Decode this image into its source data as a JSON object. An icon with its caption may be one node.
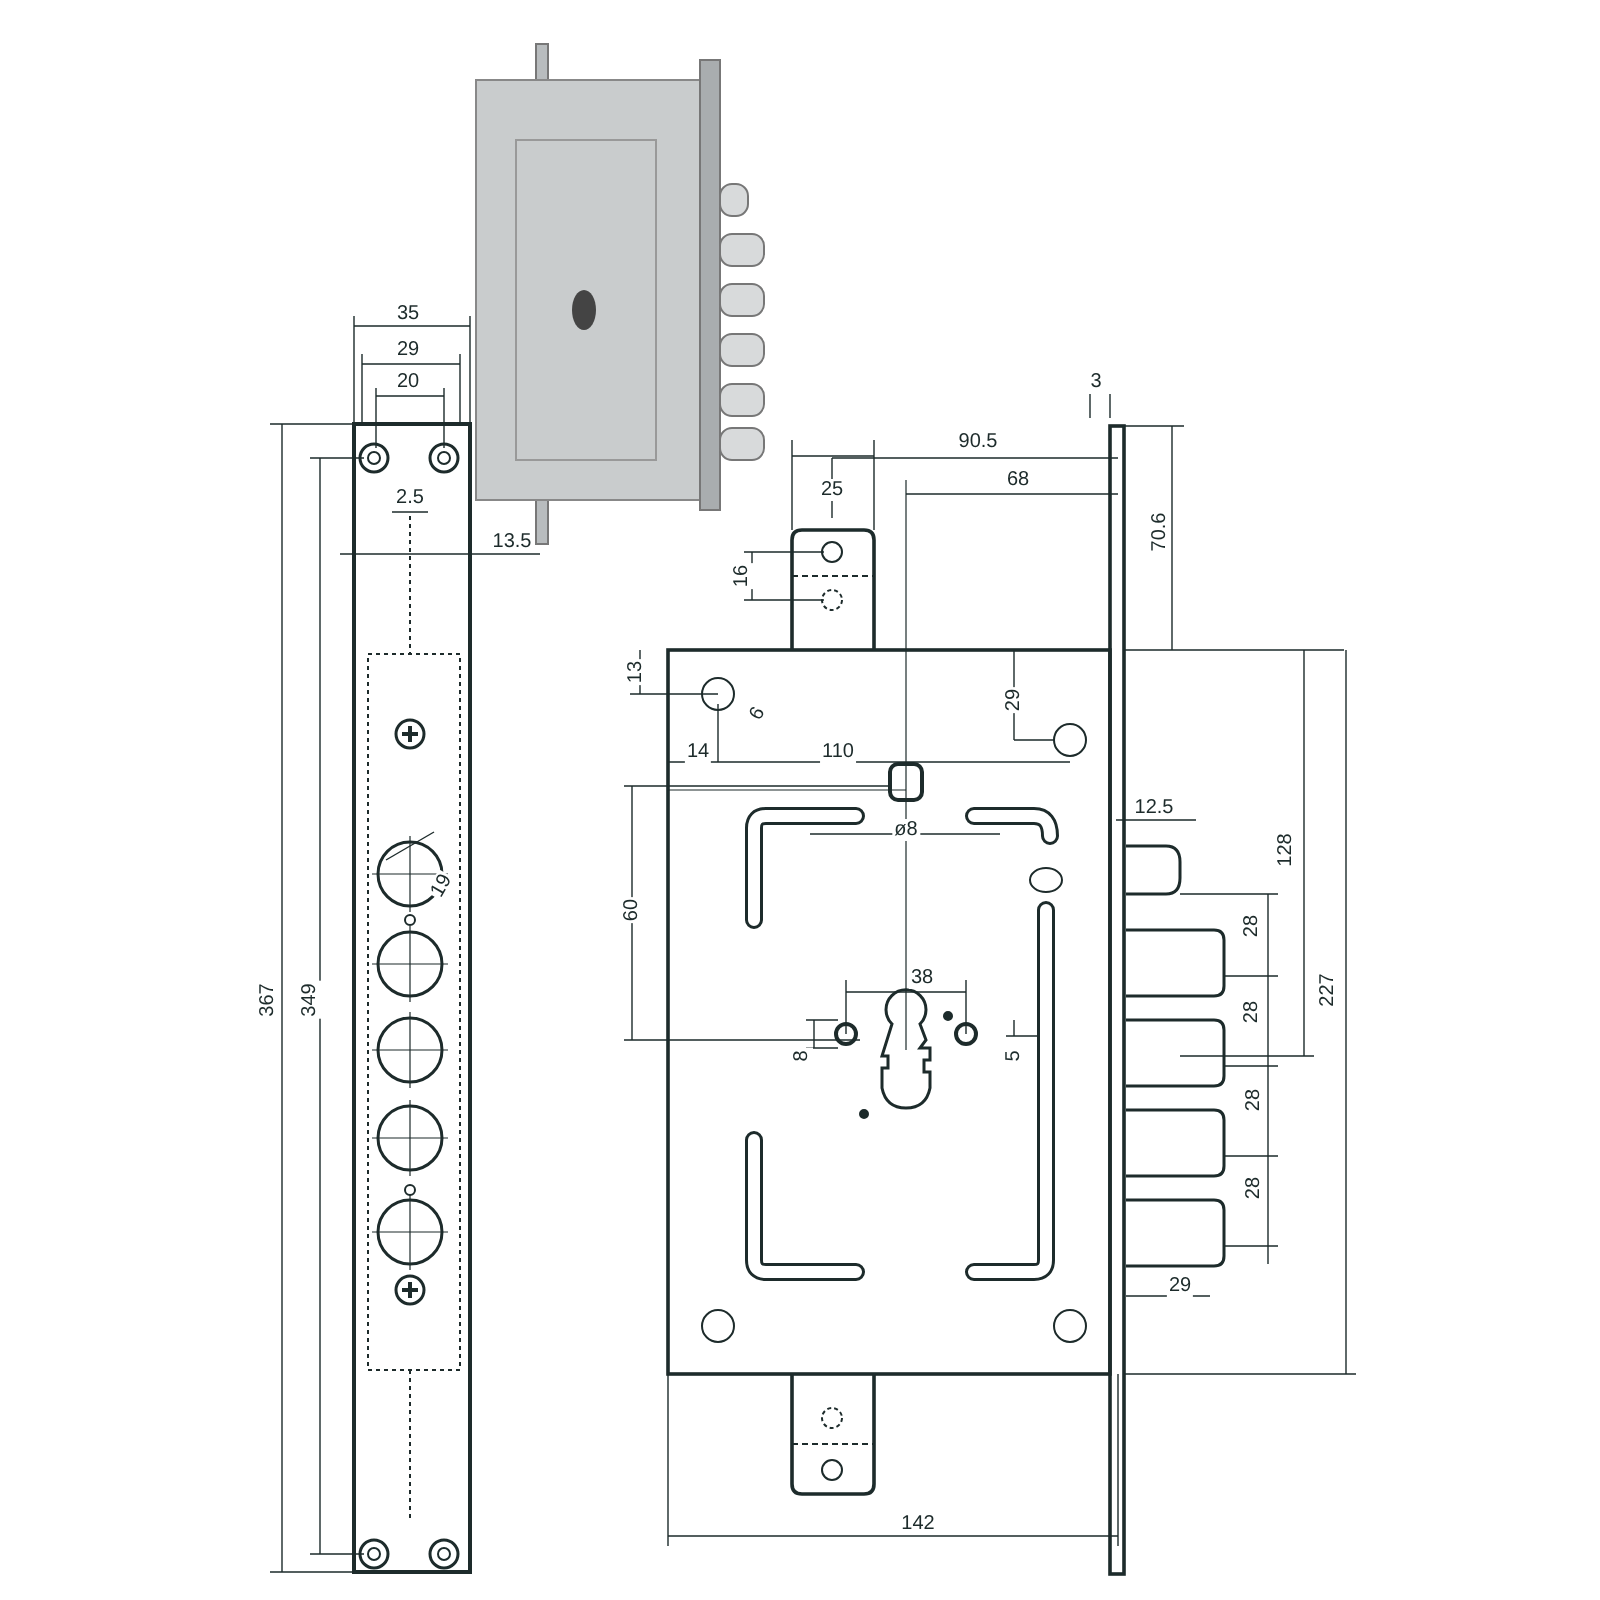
{
  "diagram": {
    "labels": [
      "35",
      "3",
      "29",
      "20",
      "90.5",
      "68",
      "25",
      "70.6",
      "2.5",
      "13.5",
      "16",
      "13",
      "29",
      "6",
      "14",
      "110",
      "19",
      "ø8",
      "12.5",
      "60",
      "128",
      "38",
      "28",
      "367",
      "349",
      "227",
      "28",
      "8",
      "5",
      "28",
      "28",
      "29",
      "142"
    ]
  }
}
